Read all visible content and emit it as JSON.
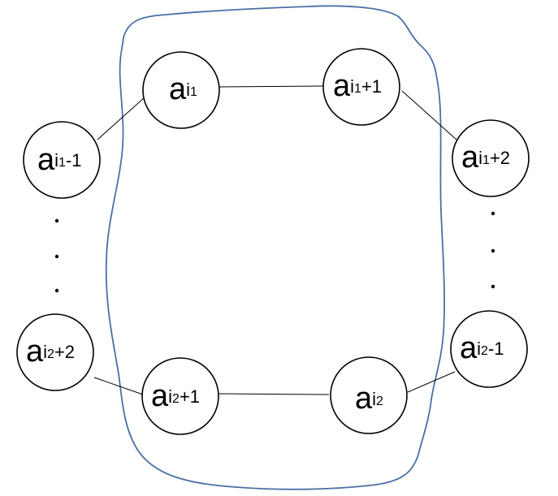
{
  "diagram": {
    "nodes": [
      {
        "id": "ai1",
        "letter": "a",
        "sub1": "i",
        "digit": "1",
        "rest": ""
      },
      {
        "id": "ai1p1",
        "letter": "a",
        "sub1": "i",
        "digit": "1",
        "rest": "+1"
      },
      {
        "id": "ai1m1",
        "letter": "a",
        "sub1": "i",
        "digit": "1",
        "rest": "-1"
      },
      {
        "id": "ai1p2",
        "letter": "a",
        "sub1": "i",
        "digit": "1",
        "rest": "+2"
      },
      {
        "id": "ai2p2",
        "letter": "a",
        "sub1": "i",
        "digit": "2",
        "rest": "+2"
      },
      {
        "id": "ai2m1",
        "letter": "a",
        "sub1": "i",
        "digit": "2",
        "rest": "-1"
      },
      {
        "id": "ai2p1",
        "letter": "a",
        "sub1": "i",
        "digit": "2",
        "rest": "+1"
      },
      {
        "id": "ai2",
        "letter": "a",
        "sub1": "i",
        "digit": "2",
        "rest": ""
      }
    ],
    "ellipsis_dot": ".",
    "colors": {
      "node_stroke": "#000000",
      "edge": "#000000",
      "boundary": "#4a6fa5"
    }
  }
}
